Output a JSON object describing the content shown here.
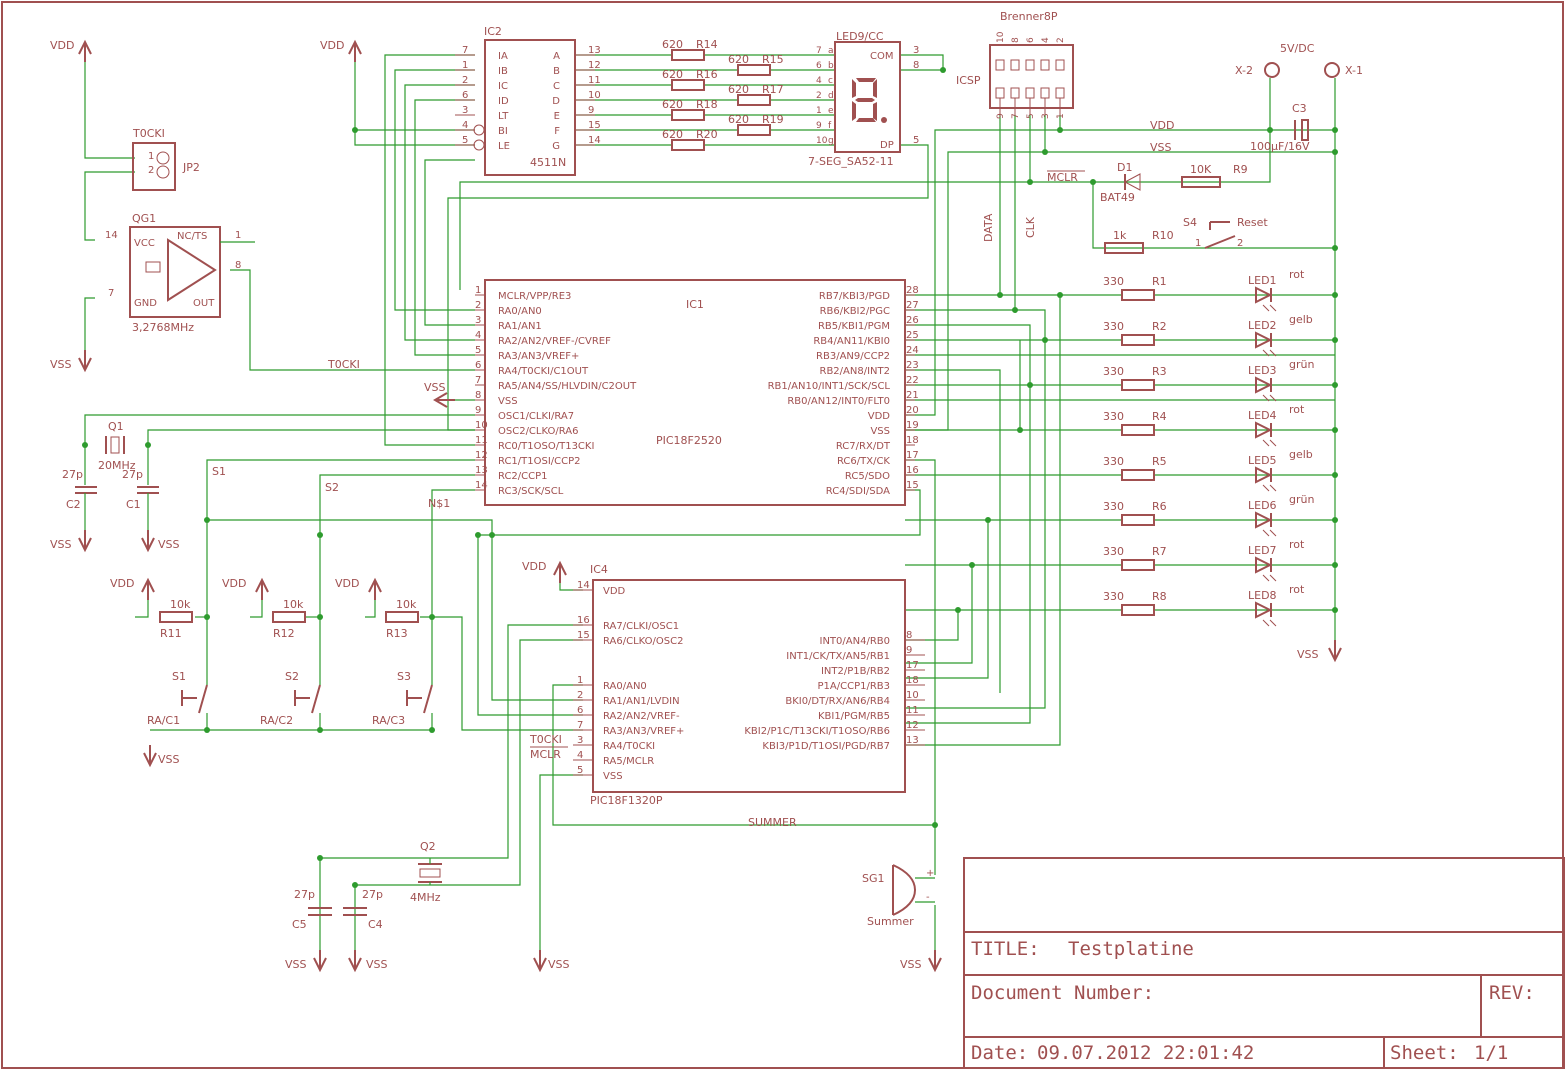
{
  "frame": {
    "title_label": "TITLE:",
    "title": "Testplatine",
    "docnum_label": "Document Number:",
    "rev_label": "REV:",
    "date_label": "Date:",
    "date": "09.07.2012 22:01:42",
    "sheet_label": "Sheet:",
    "sheet": "1/1"
  },
  "power": {
    "vdd": "VDD",
    "vss": "VSS",
    "supply": "5V/DC",
    "x1": "X-1",
    "x2": "X-2"
  },
  "ic1": {
    "name": "IC1",
    "value": "PIC18F2520",
    "left_pins": [
      {
        "n": "1",
        "name": "MCLR/VPP/RE3"
      },
      {
        "n": "2",
        "name": "RA0/AN0"
      },
      {
        "n": "3",
        "name": "RA1/AN1"
      },
      {
        "n": "4",
        "name": "RA2/AN2/VREF-/CVREF"
      },
      {
        "n": "5",
        "name": "RA3/AN3/VREF+"
      },
      {
        "n": "6",
        "name": "RA4/T0CKI/C1OUT"
      },
      {
        "n": "7",
        "name": "RA5/AN4/SS/HLVDIN/C2OUT"
      },
      {
        "n": "8",
        "name": "VSS"
      },
      {
        "n": "9",
        "name": "OSC1/CLKI/RA7"
      },
      {
        "n": "10",
        "name": "OSC2/CLKO/RA6"
      },
      {
        "n": "11",
        "name": "RC0/T1OSO/T13CKI"
      },
      {
        "n": "12",
        "name": "RC1/T1OSI/CCP2"
      },
      {
        "n": "13",
        "name": "RC2/CCP1"
      },
      {
        "n": "14",
        "name": "RC3/SCK/SCL"
      }
    ],
    "right_pins": [
      {
        "n": "28",
        "name": "RB7/KBI3/PGD"
      },
      {
        "n": "27",
        "name": "RB6/KBI2/PGC"
      },
      {
        "n": "26",
        "name": "RB5/KBI1/PGM"
      },
      {
        "n": "25",
        "name": "RB4/AN11/KBI0"
      },
      {
        "n": "24",
        "name": "RB3/AN9/CCP2"
      },
      {
        "n": "23",
        "name": "RB2/AN8/INT2"
      },
      {
        "n": "22",
        "name": "RB1/AN10/INT1/SCK/SCL"
      },
      {
        "n": "21",
        "name": "RB0/AN12/INT0/FLT0"
      },
      {
        "n": "20",
        "name": "VDD"
      },
      {
        "n": "19",
        "name": "VSS"
      },
      {
        "n": "18",
        "name": "RC7/RX/DT"
      },
      {
        "n": "17",
        "name": "RC6/TX/CK"
      },
      {
        "n": "16",
        "name": "RC5/SDO"
      },
      {
        "n": "15",
        "name": "RC4/SDI/SDA"
      }
    ]
  },
  "ic2": {
    "name": "IC2",
    "value": "4511N",
    "left_pins": [
      {
        "n": "7",
        "name": "IA"
      },
      {
        "n": "1",
        "name": "IB"
      },
      {
        "n": "2",
        "name": "IC"
      },
      {
        "n": "6",
        "name": "ID"
      },
      {
        "n": "3",
        "name": "LT"
      },
      {
        "n": "4",
        "name": "BI"
      },
      {
        "n": "5",
        "name": "LE"
      }
    ],
    "right_pins": [
      {
        "n": "13",
        "name": "A"
      },
      {
        "n": "12",
        "name": "B"
      },
      {
        "n": "11",
        "name": "C"
      },
      {
        "n": "10",
        "name": "D"
      },
      {
        "n": "9",
        "name": "E"
      },
      {
        "n": "15",
        "name": "F"
      },
      {
        "n": "14",
        "name": "G"
      }
    ]
  },
  "ic4": {
    "name": "IC4",
    "value": "PIC18F1320P",
    "left_pins": [
      {
        "n": "14",
        "name": "VDD"
      },
      {
        "n": "16",
        "name": "RA7/CLKI/OSC1"
      },
      {
        "n": "15",
        "name": "RA6/CLKO/OSC2"
      },
      {
        "n": "1",
        "name": "RA0/AN0"
      },
      {
        "n": "2",
        "name": "RA1/AN1/LVDIN"
      },
      {
        "n": "6",
        "name": "RA2/AN2/VREF-"
      },
      {
        "n": "7",
        "name": "RA3/AN3/VREF+"
      },
      {
        "n": "3",
        "name": "RA4/T0CKI"
      },
      {
        "n": "4",
        "name": "RA5/MCLR"
      },
      {
        "n": "5",
        "name": "VSS"
      }
    ],
    "right_pins": [
      {
        "n": "8",
        "name": "INT0/AN4/RB0"
      },
      {
        "n": "9",
        "name": "INT1/CK/TX/AN5/RB1"
      },
      {
        "n": "17",
        "name": "INT2/P1B/RB2"
      },
      {
        "n": "18",
        "name": "P1A/CCP1/RB3"
      },
      {
        "n": "10",
        "name": "BKI0/DT/RX/AN6/RB4"
      },
      {
        "n": "11",
        "name": "KBI1/PGM/RB5"
      },
      {
        "n": "12",
        "name": "KBI2/P1C/T13CKI/T1OSO/RB6"
      },
      {
        "n": "13",
        "name": "KBI3/P1D/T1OSI/PGD/RB7"
      }
    ]
  },
  "display": {
    "name": "LED9/CC",
    "value": "7-SEG_SA52-11",
    "com": "COM",
    "dp": "DP",
    "pins": [
      {
        "n": "7",
        "s": "a"
      },
      {
        "n": "6",
        "s": "b"
      },
      {
        "n": "4",
        "s": "c"
      },
      {
        "n": "2",
        "s": "d"
      },
      {
        "n": "1",
        "s": "e"
      },
      {
        "n": "9",
        "s": "f"
      },
      {
        "n": "10",
        "s": "g"
      }
    ],
    "rpins": [
      "3",
      "8",
      "5"
    ]
  },
  "seg_res": [
    {
      "name": "R14",
      "val": "620"
    },
    {
      "name": "R15",
      "val": "620"
    },
    {
      "name": "R16",
      "val": "620"
    },
    {
      "name": "R17",
      "val": "620"
    },
    {
      "name": "R18",
      "val": "620"
    },
    {
      "name": "R19",
      "val": "620"
    },
    {
      "name": "R20",
      "val": "620"
    }
  ],
  "leds": [
    {
      "res": "R1",
      "val": "330",
      "led": "LED1",
      "color": "rot"
    },
    {
      "res": "R2",
      "val": "330",
      "led": "LED2",
      "color": "gelb"
    },
    {
      "res": "R3",
      "val": "330",
      "led": "LED3",
      "color": "grün"
    },
    {
      "res": "R4",
      "val": "330",
      "led": "LED4",
      "color": "rot"
    },
    {
      "res": "R5",
      "val": "330",
      "led": "LED5",
      "color": "gelb"
    },
    {
      "res": "R6",
      "val": "330",
      "led": "LED6",
      "color": "grün"
    },
    {
      "res": "R7",
      "val": "330",
      "led": "LED7",
      "color": "rot"
    },
    {
      "res": "R8",
      "val": "330",
      "led": "LED8",
      "color": "rot"
    }
  ],
  "icsp": {
    "name": "ICSP",
    "value": "Brenner8P",
    "pins": [
      "10",
      "8",
      "6",
      "4",
      "2"
    ],
    "bpins": [
      "9",
      "7",
      "5",
      "3",
      "1"
    ],
    "data": "DATA",
    "clk": "CLK"
  },
  "parts": {
    "t0cki": "T0CKI",
    "jp2": "JP2",
    "qg1": "QG1",
    "qg1_val": "3,2768MHz",
    "vcc": "VCC",
    "gnd": "GND",
    "ncts": "NC/TS",
    "out": "OUT",
    "q1": "Q1",
    "q1_val": "20MHz",
    "c1": "C1",
    "c2": "C2",
    "cap27": "27p",
    "q2": "Q2",
    "q2_val": "4MHz",
    "c4": "C4",
    "c5": "C5",
    "c3": "C3",
    "c3_val": "100µF/16V",
    "d1": "D1",
    "d1_val": "BAT49",
    "r9": "R9",
    "r9_val": "10K",
    "mclr": "MCLR",
    "s4": "S4",
    "reset": "Reset",
    "r10": "R10",
    "r10_val": "1k",
    "s1": "S1",
    "s2": "S2",
    "s3": "S3",
    "nets1": "N$1",
    "r11": "R11",
    "r12": "R12",
    "r13": "R13",
    "r10k": "10k",
    "rac1": "RA/C1",
    "rac2": "RA/C2",
    "rac3": "RA/C3",
    "sg1": "SG1",
    "summer": "Summer",
    "summer_net": "SUMMER",
    "mclr4": "MCLR",
    "t0cki4": "T0CKI"
  }
}
